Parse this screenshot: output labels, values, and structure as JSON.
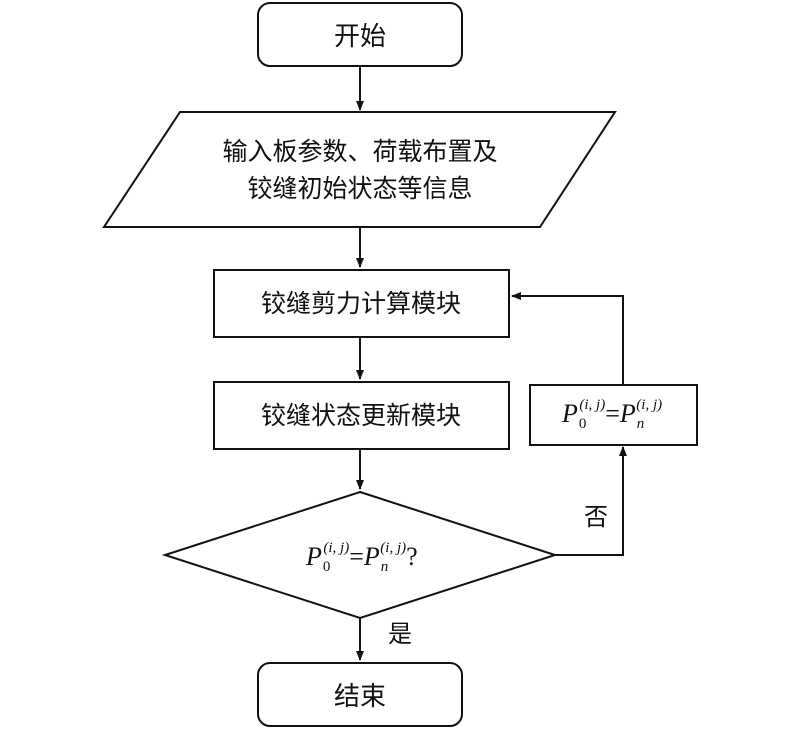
{
  "flowchart": {
    "start": {
      "label": "开始"
    },
    "input": {
      "line1": "输入板参数、荷载布置及",
      "line2": "铰缝初始状态等信息"
    },
    "shear_module": {
      "label": "铰缝剪力计算模块"
    },
    "state_module": {
      "label": "铰缝状态更新模块"
    },
    "decision": {
      "symbol": "P",
      "sub_left": "0",
      "sub_right": "n",
      "superscript": "(i, j)",
      "equals": "=",
      "question": "?"
    },
    "assign": {
      "symbol": "P",
      "sub_left": "0",
      "sub_right": "n",
      "superscript": "(i, j)",
      "equals": "="
    },
    "edge_no": "否",
    "edge_yes": "是",
    "end": {
      "label": "结束"
    }
  }
}
